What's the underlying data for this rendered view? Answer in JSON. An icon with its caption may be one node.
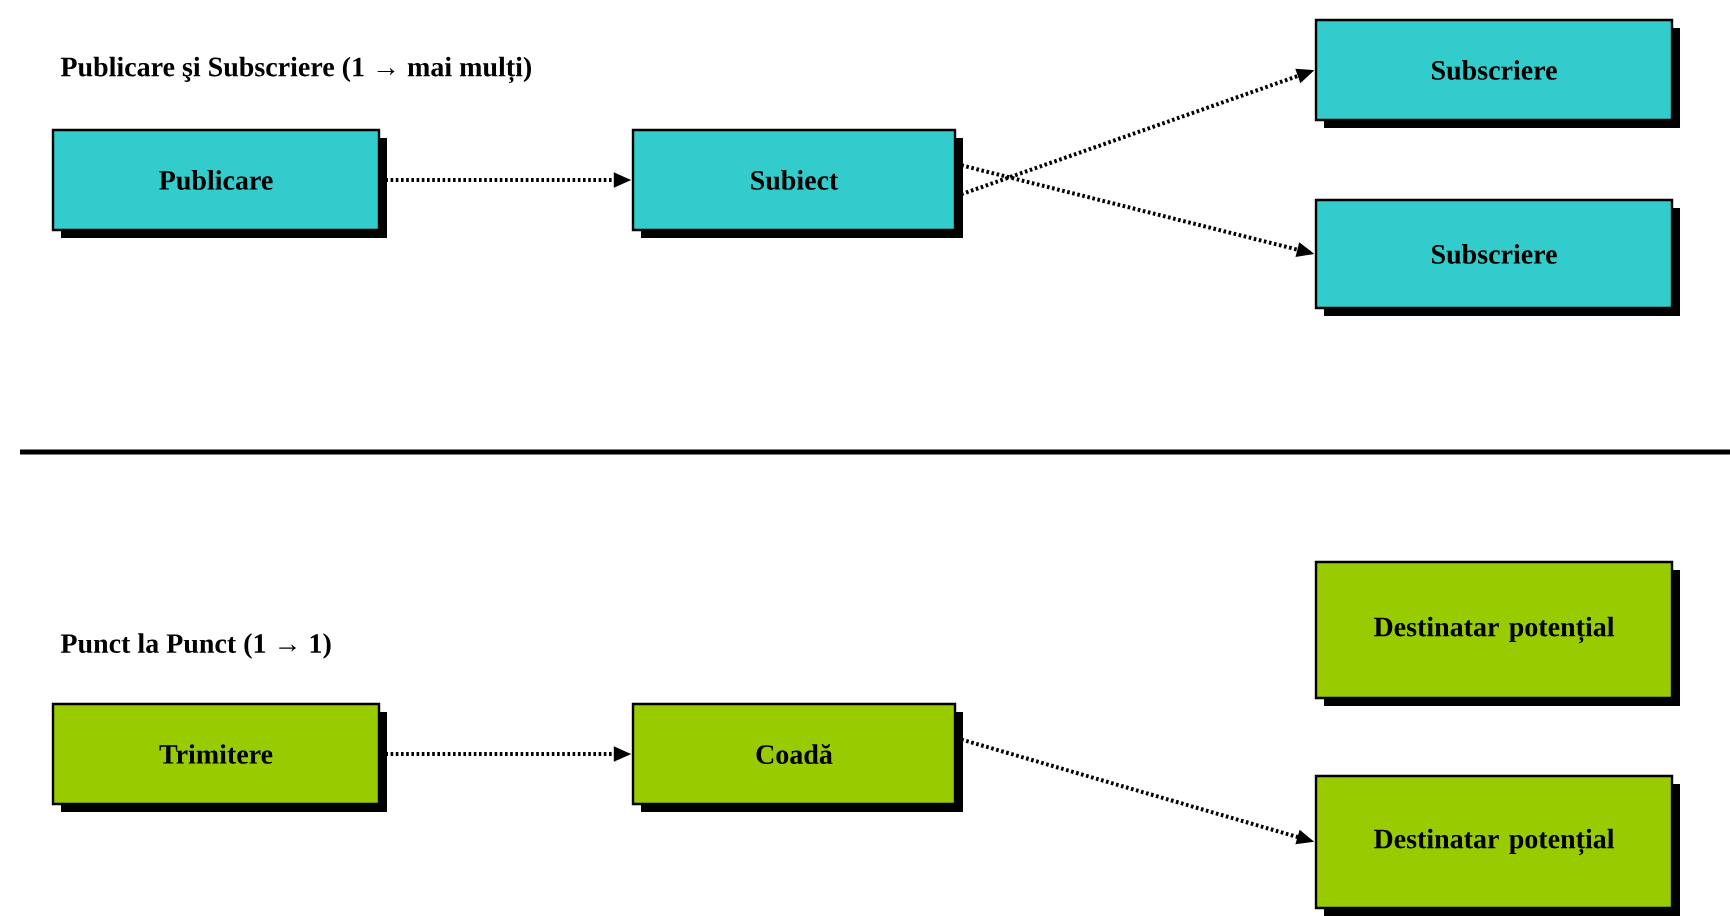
{
  "diagram": {
    "nodes": [
      {
        "text": [
          "Publicare"
        ]
      },
      {
        "text": [
          "Subiect"
        ]
      },
      {
        "text": [
          "Subscriere"
        ]
      },
      {
        "text": [
          "Subscriere"
        ]
      },
      {
        "text": [
          "Trimitere"
        ]
      },
      {
        "text": [
          "Coadă"
        ]
      },
      {
        "text": [
          "Destinatar potențial"
        ]
      },
      {
        "text": [
          "Destinatar potențial"
        ]
      }
    ],
    "edges": [
      {
        "from": 0,
        "to": 1,
        "arrow": "to"
      },
      {
        "from": 1,
        "to": 2,
        "arrow": "to"
      },
      {
        "from": 1,
        "to": 3,
        "arrow": "to"
      },
      {
        "from": 4,
        "to": 5,
        "arrow": "to"
      },
      {
        "from": 5,
        "to": 7,
        "arrow": "to"
      }
    ],
    "labels": [
      "Publicare şi Subscriere (1 → mai mulți)",
      "Punct la Punct (1 → 1)"
    ]
  }
}
